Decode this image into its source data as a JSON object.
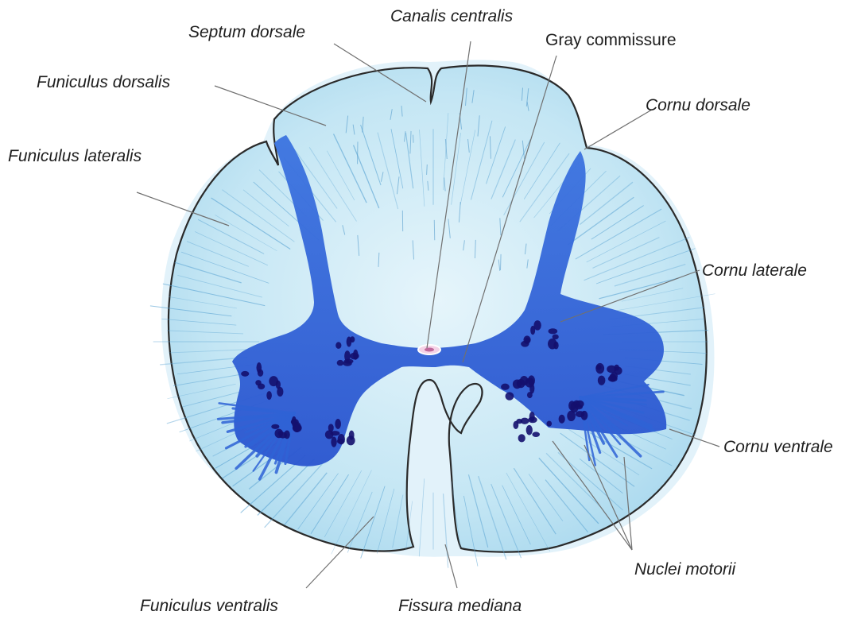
{
  "labels": {
    "septum_dorsale": "Septum dorsale",
    "canalis_centralis": "Canalis centralis",
    "gray_commissure": "Gray commissure",
    "funiculus_dorsalis": "Funiculus dorsalis",
    "cornu_dorsale": "Cornu dorsale",
    "funiculus_lateralis": "Funiculus lateralis",
    "cornu_laterale": "Cornu laterale",
    "cornu_ventrale": "Cornu ventrale",
    "nuclei_motorii": "Nuclei motorii",
    "funiculus_ventralis": "Funiculus ventralis",
    "fissura_mediana": "Fissura mediana"
  },
  "colors": {
    "white_matter": "#bfe3f2",
    "white_matter_edge": "#d9f0f9",
    "gray_matter": "#2f63d6",
    "gray_matter_dark": "#1d40b8",
    "motor_neuron": "#14106e",
    "central_canal": "#f4d2e6",
    "outline": "#2a2a2a",
    "leader_line": "#707070",
    "label_text": "#1e1e1e"
  }
}
